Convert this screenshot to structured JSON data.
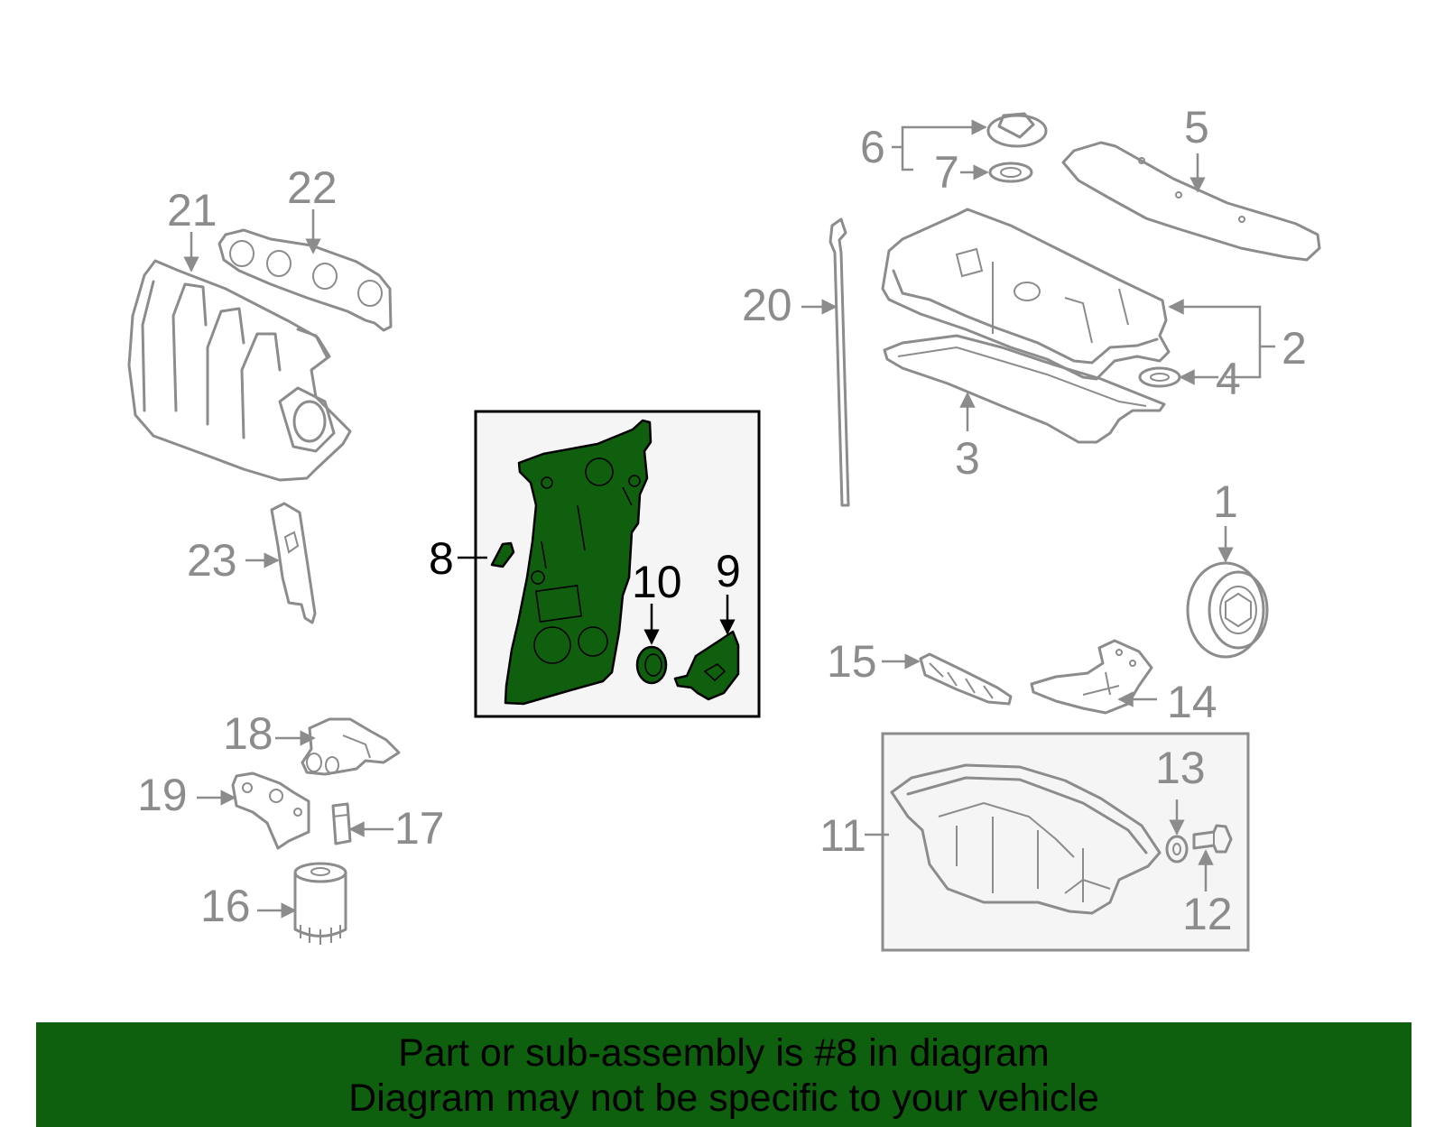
{
  "labels": {
    "l1": "1",
    "l2": "2",
    "l3": "3",
    "l4": "4",
    "l5": "5",
    "l6": "6",
    "l7": "7",
    "l8": "8",
    "l9": "9",
    "l10": "10",
    "l11": "11",
    "l12": "12",
    "l13": "13",
    "l14": "14",
    "l15": "15",
    "l16": "16",
    "l17": "17",
    "l18": "18",
    "l19": "19",
    "l20": "20",
    "l21": "21",
    "l22": "22",
    "l23": "23"
  },
  "highlighted_part": "8",
  "colors": {
    "highlight": "#0f5f0f",
    "banner": "#0e600e",
    "line": "#8c8c8c",
    "box_fill": "#f5f5f5"
  },
  "footer": {
    "line1": "Part or sub-assembly is #8 in diagram",
    "line2": "Diagram may not be specific to your vehicle"
  }
}
